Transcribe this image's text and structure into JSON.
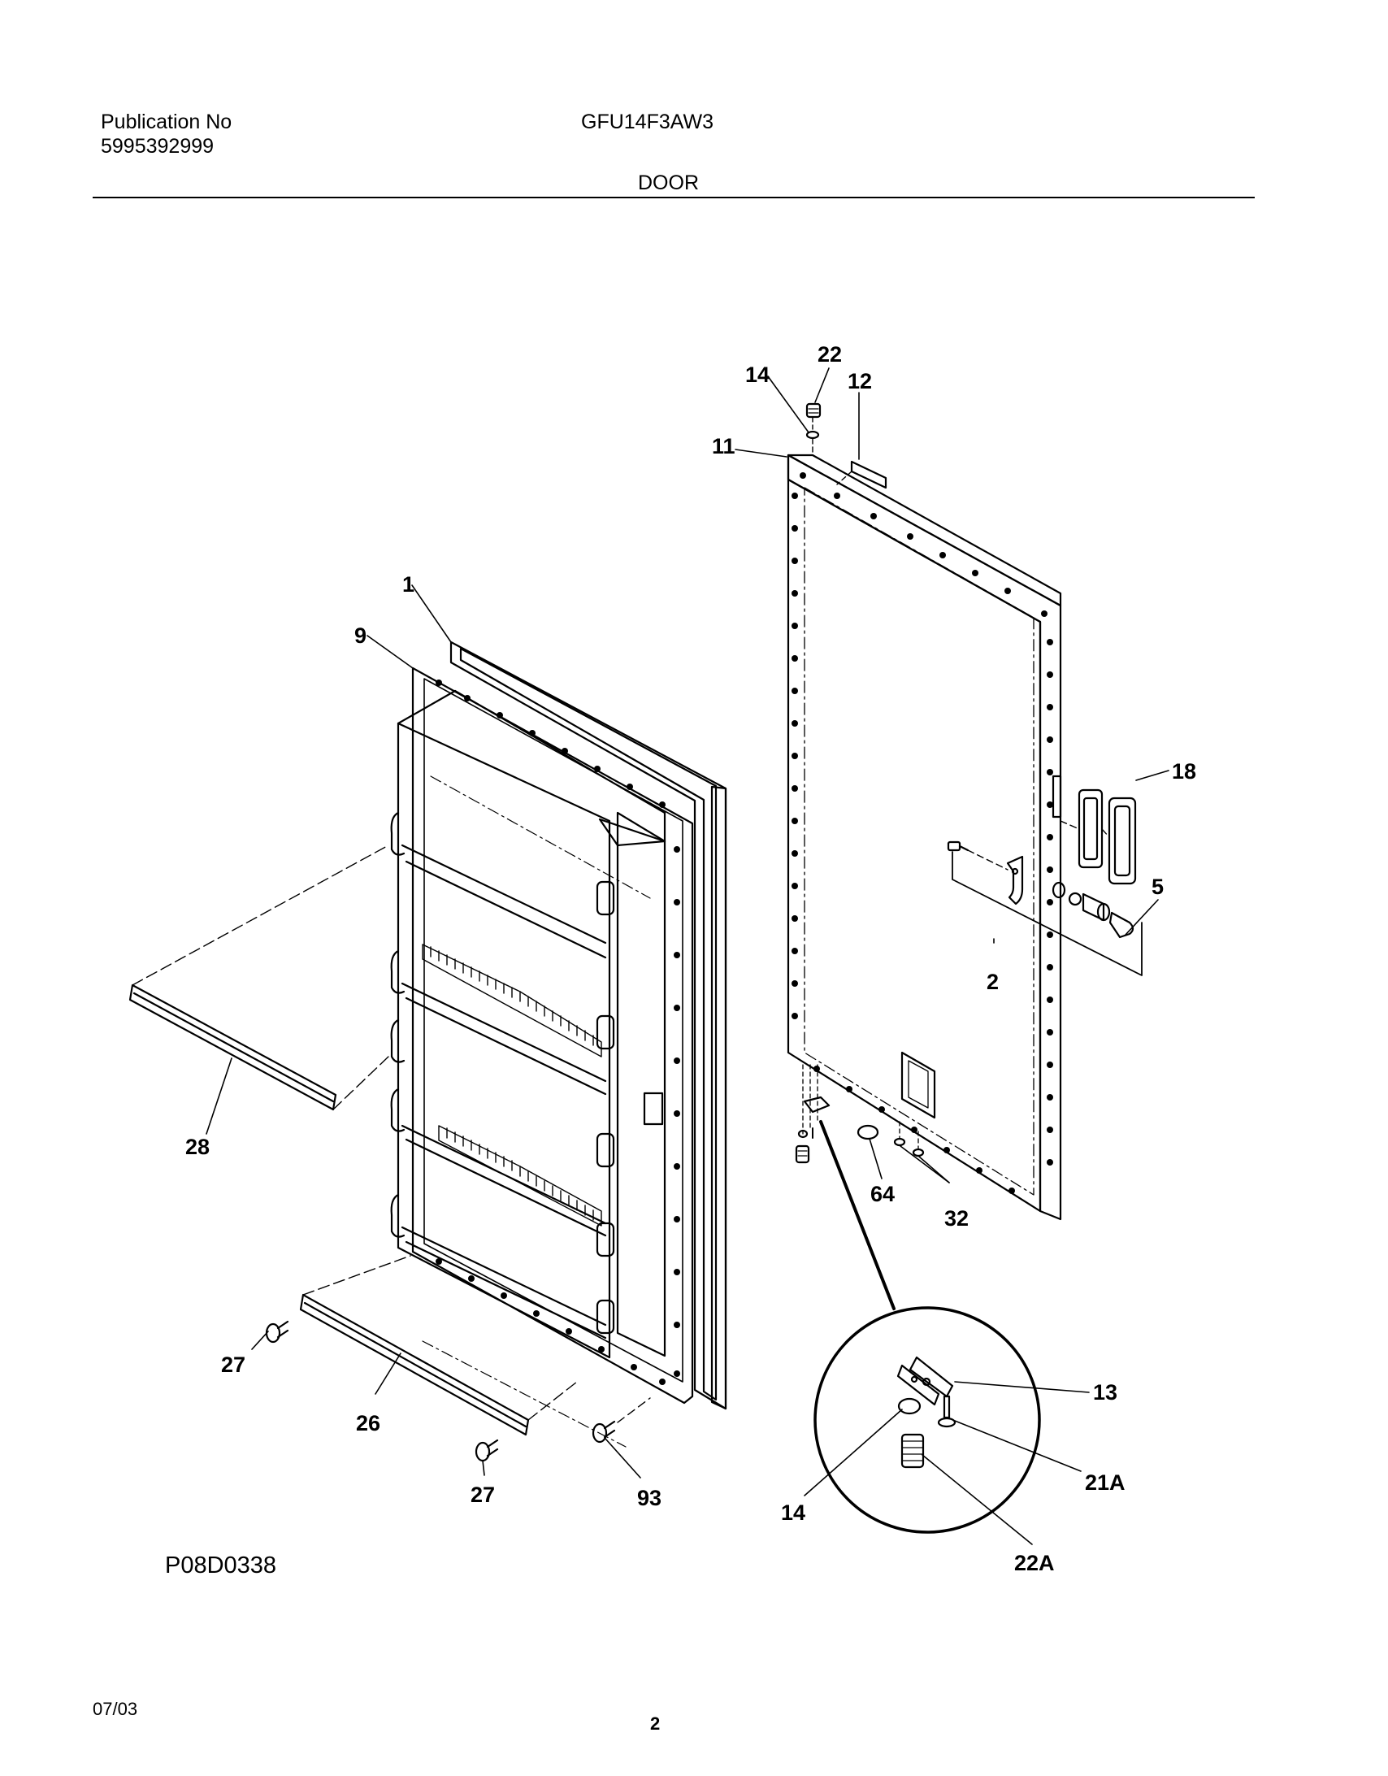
{
  "header": {
    "publication_label": "Publication No",
    "publication_number": "5995392999",
    "model": "GFU14F3AW3",
    "section": "DOOR"
  },
  "diagram": {
    "code": "P08D0338",
    "callouts": {
      "c1": "1",
      "c9": "9",
      "c28": "28",
      "c27a": "27",
      "c26": "26",
      "c27b": "27",
      "c93": "93",
      "c22": "22",
      "c14a": "14",
      "c12": "12",
      "c11": "11",
      "c18": "18",
      "c5": "5",
      "c2": "2",
      "c64": "64",
      "c32": "32",
      "c13": "13",
      "c21a": "21A",
      "c14b": "14",
      "c22a": "22A"
    }
  },
  "footer": {
    "date": "07/03",
    "page": "2"
  }
}
